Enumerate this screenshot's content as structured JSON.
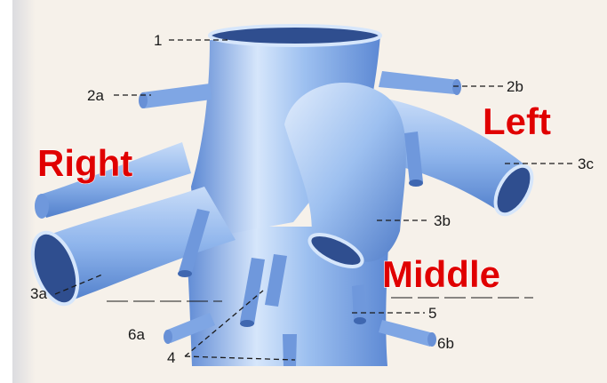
{
  "labels": {
    "l1": "1",
    "l2a": "2a",
    "l2b": "2b",
    "l3a": "3a",
    "l3b": "3b",
    "l3c": "3c",
    "l4": "4",
    "l5": "5",
    "l6a": "6a",
    "l6b": "6b"
  },
  "overlays": {
    "right": "Right",
    "left": "Left",
    "middle": "Middle"
  },
  "colors": {
    "vessel_main": "#8fb5ec",
    "vessel_light": "#d6e6fb",
    "vessel_dark": "#4f7bc8",
    "lumen": "#2f4e8f",
    "overlay_text": "#e00000"
  }
}
